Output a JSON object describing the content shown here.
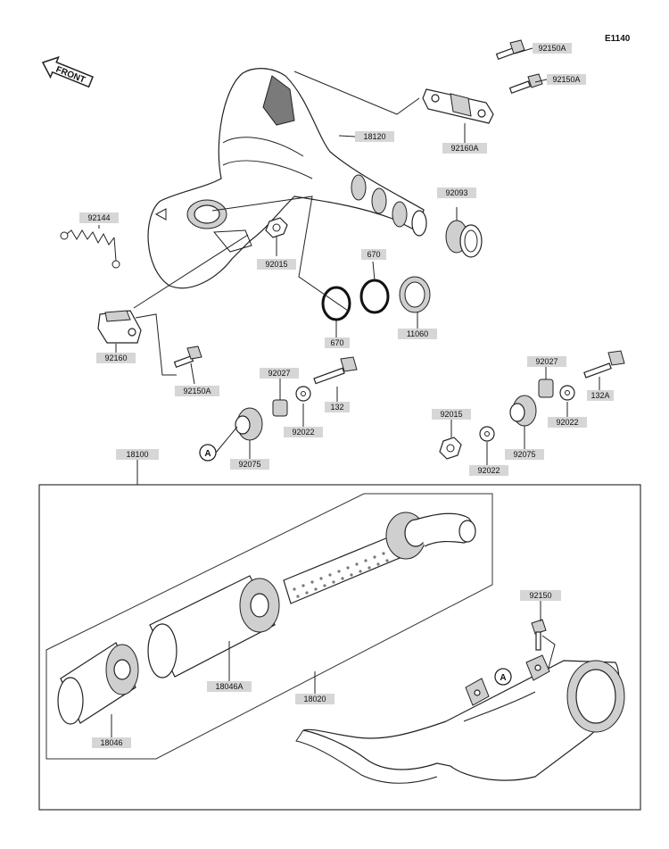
{
  "diagram_code": "E1140",
  "front_label": "FRONT",
  "ref_marker": "A",
  "part_labels": {
    "p92150A_top": "92150A",
    "p92150A_mid": "92150A",
    "p18120": "18120",
    "p92160A": "92160A",
    "p92093": "92093",
    "p92144": "92144",
    "p92015_left": "92015",
    "p670_top": "670",
    "p670_bottom": "670",
    "p11060": "11060",
    "p92160": "92160",
    "p92150A_left": "92150A",
    "p92027_left": "92027",
    "p132": "132",
    "p92022_left": "92022",
    "p92075_left": "92075",
    "p92027_right": "92027",
    "p132A": "132A",
    "p92015_right": "92015",
    "p92022_right_top": "92022",
    "p92075_right": "92075",
    "p92022_right_bottom": "92022",
    "p18100": "18100",
    "p92150": "92150",
    "p18046A": "18046A",
    "p18020": "18020",
    "p18046": "18046"
  }
}
